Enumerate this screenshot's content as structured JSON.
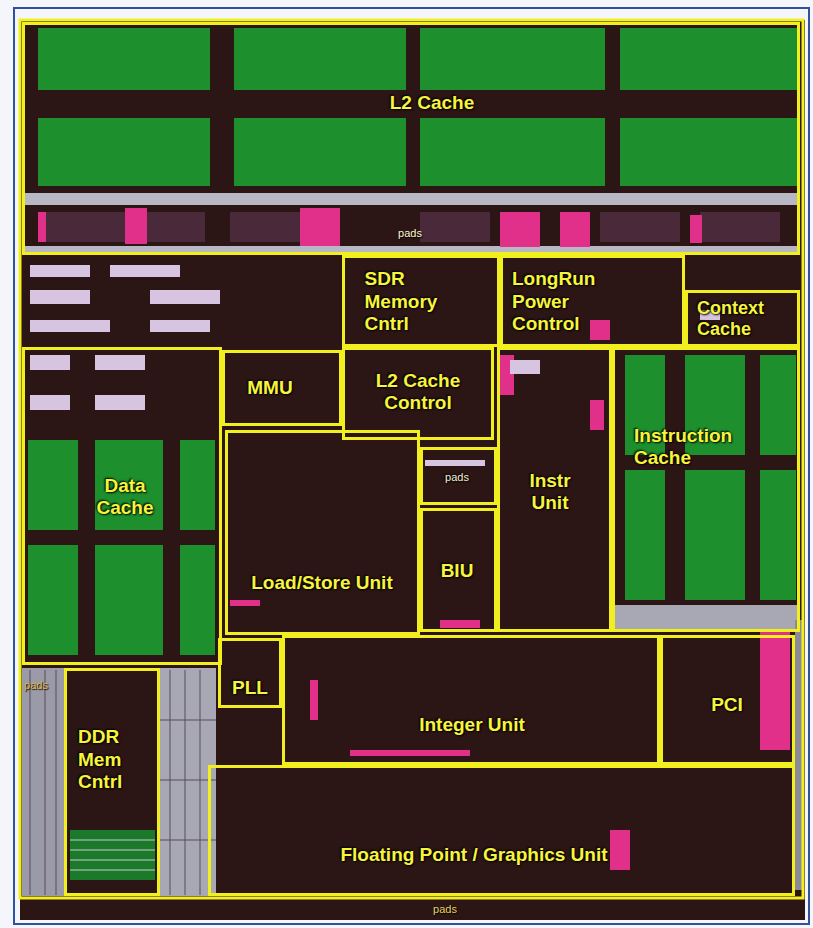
{
  "diagram": {
    "nodes": [
      {
        "text": [
          "L2 Cache"
        ]
      },
      {
        "text": [
          "SDR Memory Cntrl"
        ]
      },
      {
        "text": [
          "LongRun Power Control"
        ]
      },
      {
        "text": [
          "Context Cache"
        ]
      },
      {
        "text": [
          "Data Cache"
        ]
      },
      {
        "text": [
          "MMU"
        ]
      },
      {
        "text": [
          "L2 Cache Control"
        ]
      },
      {
        "text": [
          "Instr Unit"
        ]
      },
      {
        "text": [
          "Instruction Cache"
        ]
      },
      {
        "text": [
          "Load/Store Unit"
        ]
      },
      {
        "text": [
          "pads"
        ]
      },
      {
        "text": [
          "BIU"
        ]
      },
      {
        "text": [
          "PLL"
        ]
      },
      {
        "text": [
          "Integer Unit"
        ]
      },
      {
        "text": [
          "PCI"
        ]
      },
      {
        "text": [
          "DDR Mem Cntrl"
        ]
      },
      {
        "text": [
          "Floating Point / Graphics Unit"
        ]
      }
    ],
    "labels": [
      "pads",
      "pads",
      "pads"
    ]
  }
}
